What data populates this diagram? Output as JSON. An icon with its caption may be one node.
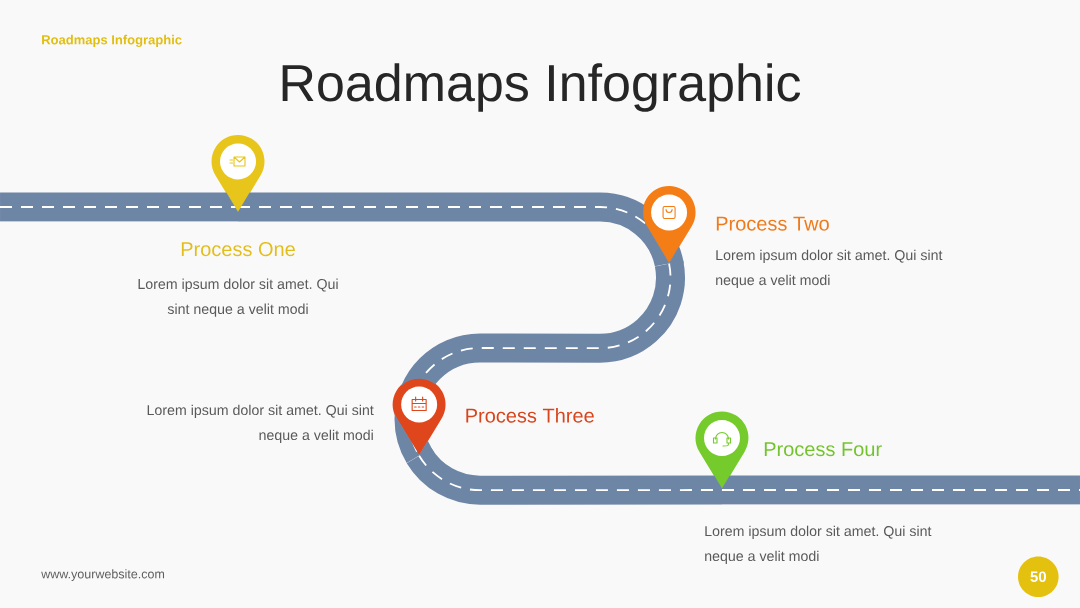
{
  "diagram": {
    "title": "Roadmaps Infographic",
    "nodes": [
      {
        "text": [],
        "shape": "pin",
        "beside": [
          "Process One",
          "Lorem ipsum dolor sit amet. Qui sint neque a velit modi"
        ]
      },
      {
        "text": [],
        "shape": "pin",
        "beside": [
          "Process Two",
          "Lorem ipsum dolor sit amet. Qui sint neque a velit modi"
        ]
      },
      {
        "text": [],
        "shape": "pin",
        "beside": [
          "Process Three",
          "Lorem ipsum dolor sit amet. Qui sint neque a velit modi"
        ]
      },
      {
        "text": [],
        "shape": "pin",
        "beside": [
          "Process Four",
          "Lorem ipsum dolor sit amet. Qui sint neque a velit modi"
        ]
      }
    ],
    "edges": [
      {
        "from": null,
        "to": 0,
        "arrow": "none"
      },
      {
        "from": 0,
        "to": 1,
        "arrow": "none"
      },
      {
        "from": 1,
        "to": 2,
        "arrow": "none"
      },
      {
        "from": 2,
        "to": 3,
        "arrow": "none"
      },
      {
        "from": 3,
        "to": null,
        "arrow": "none"
      }
    ],
    "labels": [
      "Roadmaps Infographic",
      "www.yourwebsite.com",
      "50"
    ]
  }
}
